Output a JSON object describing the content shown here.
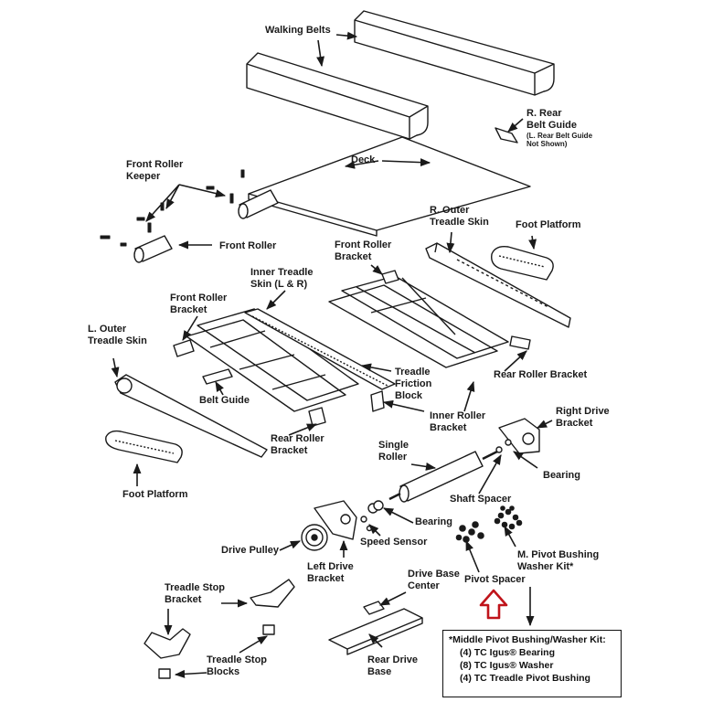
{
  "labels": {
    "walking_belts": "Walking Belts",
    "r_rear_belt_guide": "R. Rear\nBelt Guide",
    "l_rear_belt_guide_note": "(L. Rear Belt Guide\nNot Shown)",
    "deck": "Deck",
    "front_roller_keeper": "Front Roller\nKeeper",
    "front_roller": "Front Roller",
    "r_outer_treadle_skin": "R. Outer\nTreadle Skin",
    "foot_platform_right": "Foot Platform",
    "front_roller_bracket_right": "Front Roller\nBracket",
    "inner_treadle_skin": "Inner Treadle\nSkin (L & R)",
    "front_roller_bracket_left": "Front Roller\nBracket",
    "l_outer_treadle_skin": "L. Outer\nTreadle Skin",
    "treadle_friction_block": "Treadle\nFriction\nBlock",
    "rear_roller_bracket_right": "Rear Roller Bracket",
    "belt_guide": "Belt Guide",
    "inner_roller_bracket": "Inner Roller\nBracket",
    "right_drive_bracket": "Right Drive\nBracket",
    "rear_roller_bracket_left": "Rear Roller\nBracket",
    "single_roller": "Single\nRoller",
    "foot_platform_left": "Foot Platform",
    "bearing_upper": "Bearing",
    "shaft_spacer": "Shaft Spacer",
    "bearing_lower": "Bearing",
    "speed_sensor": "Speed Sensor",
    "drive_pulley": "Drive Pulley",
    "left_drive_bracket": "Left Drive\nBracket",
    "m_pivot_bushing_washer_kit": "M. Pivot Bushing\nWasher Kit*",
    "pivot_spacer": "Pivot Spacer",
    "treadle_stop_bracket": "Treadle Stop\nBracket",
    "drive_base_center": "Drive Base\nCenter",
    "treadle_stop_blocks": "Treadle Stop\nBlocks",
    "rear_drive_base": "Rear Drive\nBase"
  },
  "kit_box": {
    "title": "*Middle Pivot Bushing/Washer Kit:",
    "items": [
      "(4) TC Igus® Bearing",
      "(8) TC Igus® Washer",
      "(4) TC Treadle Pivot Bushing"
    ]
  },
  "colors": {
    "ink": "#1a1a1a",
    "highlight_arrow": "#c0141b",
    "background": "#ffffff"
  }
}
